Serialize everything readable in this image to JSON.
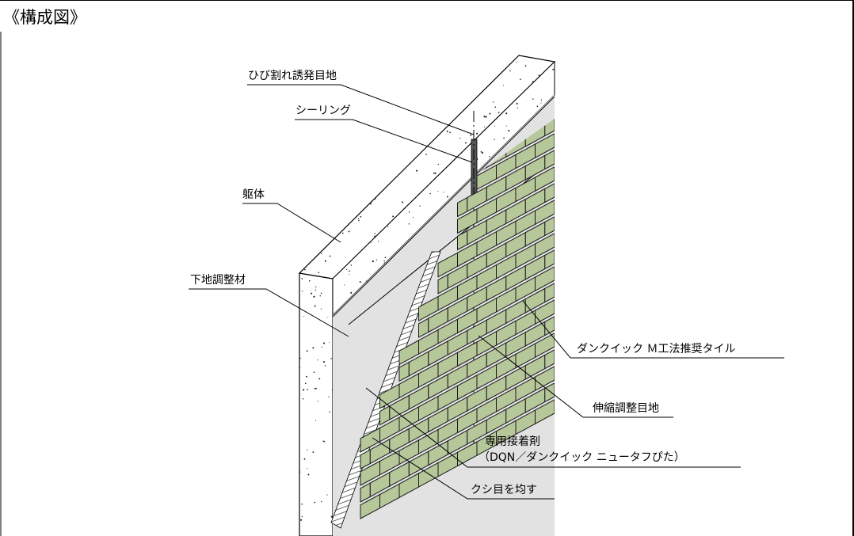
{
  "title": "《構成図》",
  "labels": {
    "crack_joint": "ひび割れ誘発目地",
    "sealing": "シーリング",
    "structure": "躯体",
    "base_adjust": "下地調整材",
    "tile": "ダンクイック Ｍ工法推奨タイル",
    "expansion_joint": "伸縮調整目地",
    "adhesive_line1": "専用接着剤",
    "adhesive_line2": "（DQN／ダンクイック ニュータフぴた）",
    "comb": "クシ目を均す"
  },
  "colors": {
    "tile_fill": "#b6c79a",
    "tile_line": "#1a1a1a",
    "mortar": "#e2e2e2",
    "concrete": "#ffffff"
  }
}
